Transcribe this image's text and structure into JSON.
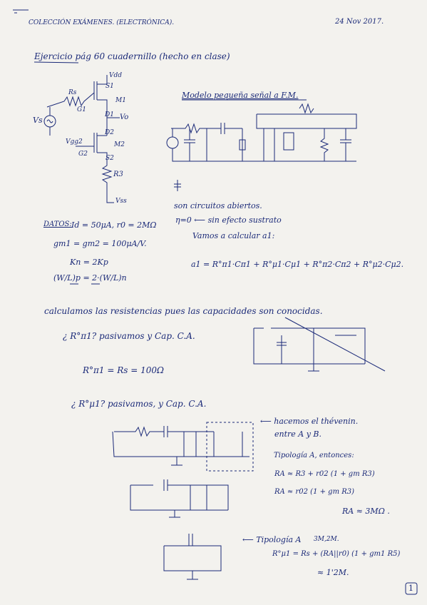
{
  "header": {
    "left": "COLECCIÓN EXÁMENES. (ELECTRÓNICA).",
    "right": "24 Nov 2017."
  },
  "exercise_title": "Ejercicio pág 60 cuadernillo (hecho en clase)",
  "circuit1": {
    "vdd": "Vdd",
    "vss": "Vss",
    "rs": "Rs",
    "vs": "Vs",
    "m1": "M1",
    "m2": "M2",
    "r3": "R3",
    "vo": "Vo",
    "vgg": "Vgg2",
    "s1": "S1",
    "d1": "D1",
    "d2": "D2",
    "s2": "S2",
    "g1": "G1",
    "g2": "G2"
  },
  "model_title": "Modelo pequeña señal a F.M.",
  "legend": {
    "open": "son circuitos abiertos.",
    "miller": "η=0 ⟵ sin efecto sustrato"
  },
  "data": {
    "label": "DATOS:",
    "line1": "Id = 50μA, r0 = 2MΩ",
    "line2": "gm1 = gm2 = 100μA/V.",
    "line3": "Kn = 2Kp",
    "line4": "(W/L)p = 2·(W/L)n"
  },
  "calc_a1": {
    "intro": "Vamos a calcular a1:",
    "formula": "a1 = R°π1·Cπ1 + R°μ1·Cμ1 + R°π2·Cπ2 + R°μ2·Cμ2."
  },
  "calc_res": "calculamos las resistencias pues las capacidades son conocidas.",
  "q1": {
    "text": "¿ R°π1? pasivamos y Cap. C.A.",
    "result": "R°π1 = Rs = 100Ω"
  },
  "q2": {
    "text": "¿ R°μ1? pasivamos, y Cap. C.A."
  },
  "thevenin": {
    "line1": "⟵ hacemos el thévenin.",
    "line2": "entre A y B."
  },
  "topology": {
    "line1": "Tipología A, entonces:",
    "line2": "RA ≈ R3 + r02 (1 + gm R3)",
    "line3": "RA ≈ r02 (1 + gm R3)",
    "line4": "RA ≈ 3MΩ ."
  },
  "topology2": {
    "label": "⟵ Tipología A",
    "note": "3M,2M.",
    "formula": "R°μ1 = Rs + (RA||r0) (1 + gm1 R5)",
    "approx": "≈ 1'2M."
  },
  "page_number": "1"
}
